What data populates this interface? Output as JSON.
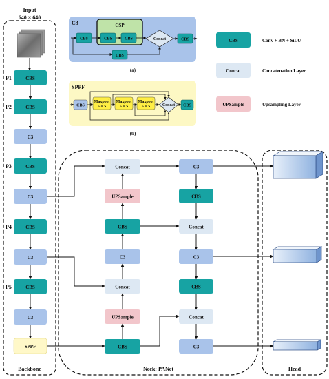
{
  "backbone": {
    "input_label": "Input",
    "input_size": "640 × 640",
    "title": "Backbone",
    "stage_labels": [
      "P1",
      "P2",
      "P3",
      "P4",
      "P5"
    ],
    "blocks": [
      "CBS",
      "CBS",
      "C3",
      "CBS",
      "C3",
      "CBS",
      "C3",
      "CBS",
      "C3",
      "SPPF"
    ]
  },
  "c3_panel": {
    "title": "C3",
    "csp_label": "CSP",
    "cbs": "CBS",
    "concat": "Concat",
    "caption": "(a)"
  },
  "sppf_panel": {
    "title": "SPPF",
    "cbs": "CBS",
    "maxpool": "Maxpool",
    "kernel": "5 × 5",
    "concat": "Concat",
    "caption": "(b)"
  },
  "legend": [
    {
      "key": "CBS",
      "desc": "Conv + BN + SiLU",
      "color": "#17a3a3"
    },
    {
      "key": "Concat",
      "desc": "Concatenation Layer",
      "color": "#dde8f3"
    },
    {
      "key": "UPSample",
      "desc": "Upsampling Layer",
      "color": "#f2c6cb"
    }
  ],
  "neck": {
    "title": "Neck: PANet",
    "col1": [
      "Concat",
      "UPSample",
      "CBS",
      "C3",
      "Concat",
      "UPSample",
      "CBS"
    ],
    "col2": [
      "C3",
      "CBS",
      "Concat",
      "C3",
      "CBS",
      "Concat",
      "C3"
    ]
  },
  "head": {
    "title": "Head"
  },
  "colors": {
    "cbs": "#17a3a3",
    "c3": "#a9c3ea",
    "concat": "#dde8f3",
    "upsample": "#f2c6cb",
    "sppf": "#fff8c8",
    "maxpool": "#ffee44",
    "panel_c3": "#a9c3ea",
    "panel_sppf": "#fdf8c4",
    "csp": "#bfe3a8"
  }
}
